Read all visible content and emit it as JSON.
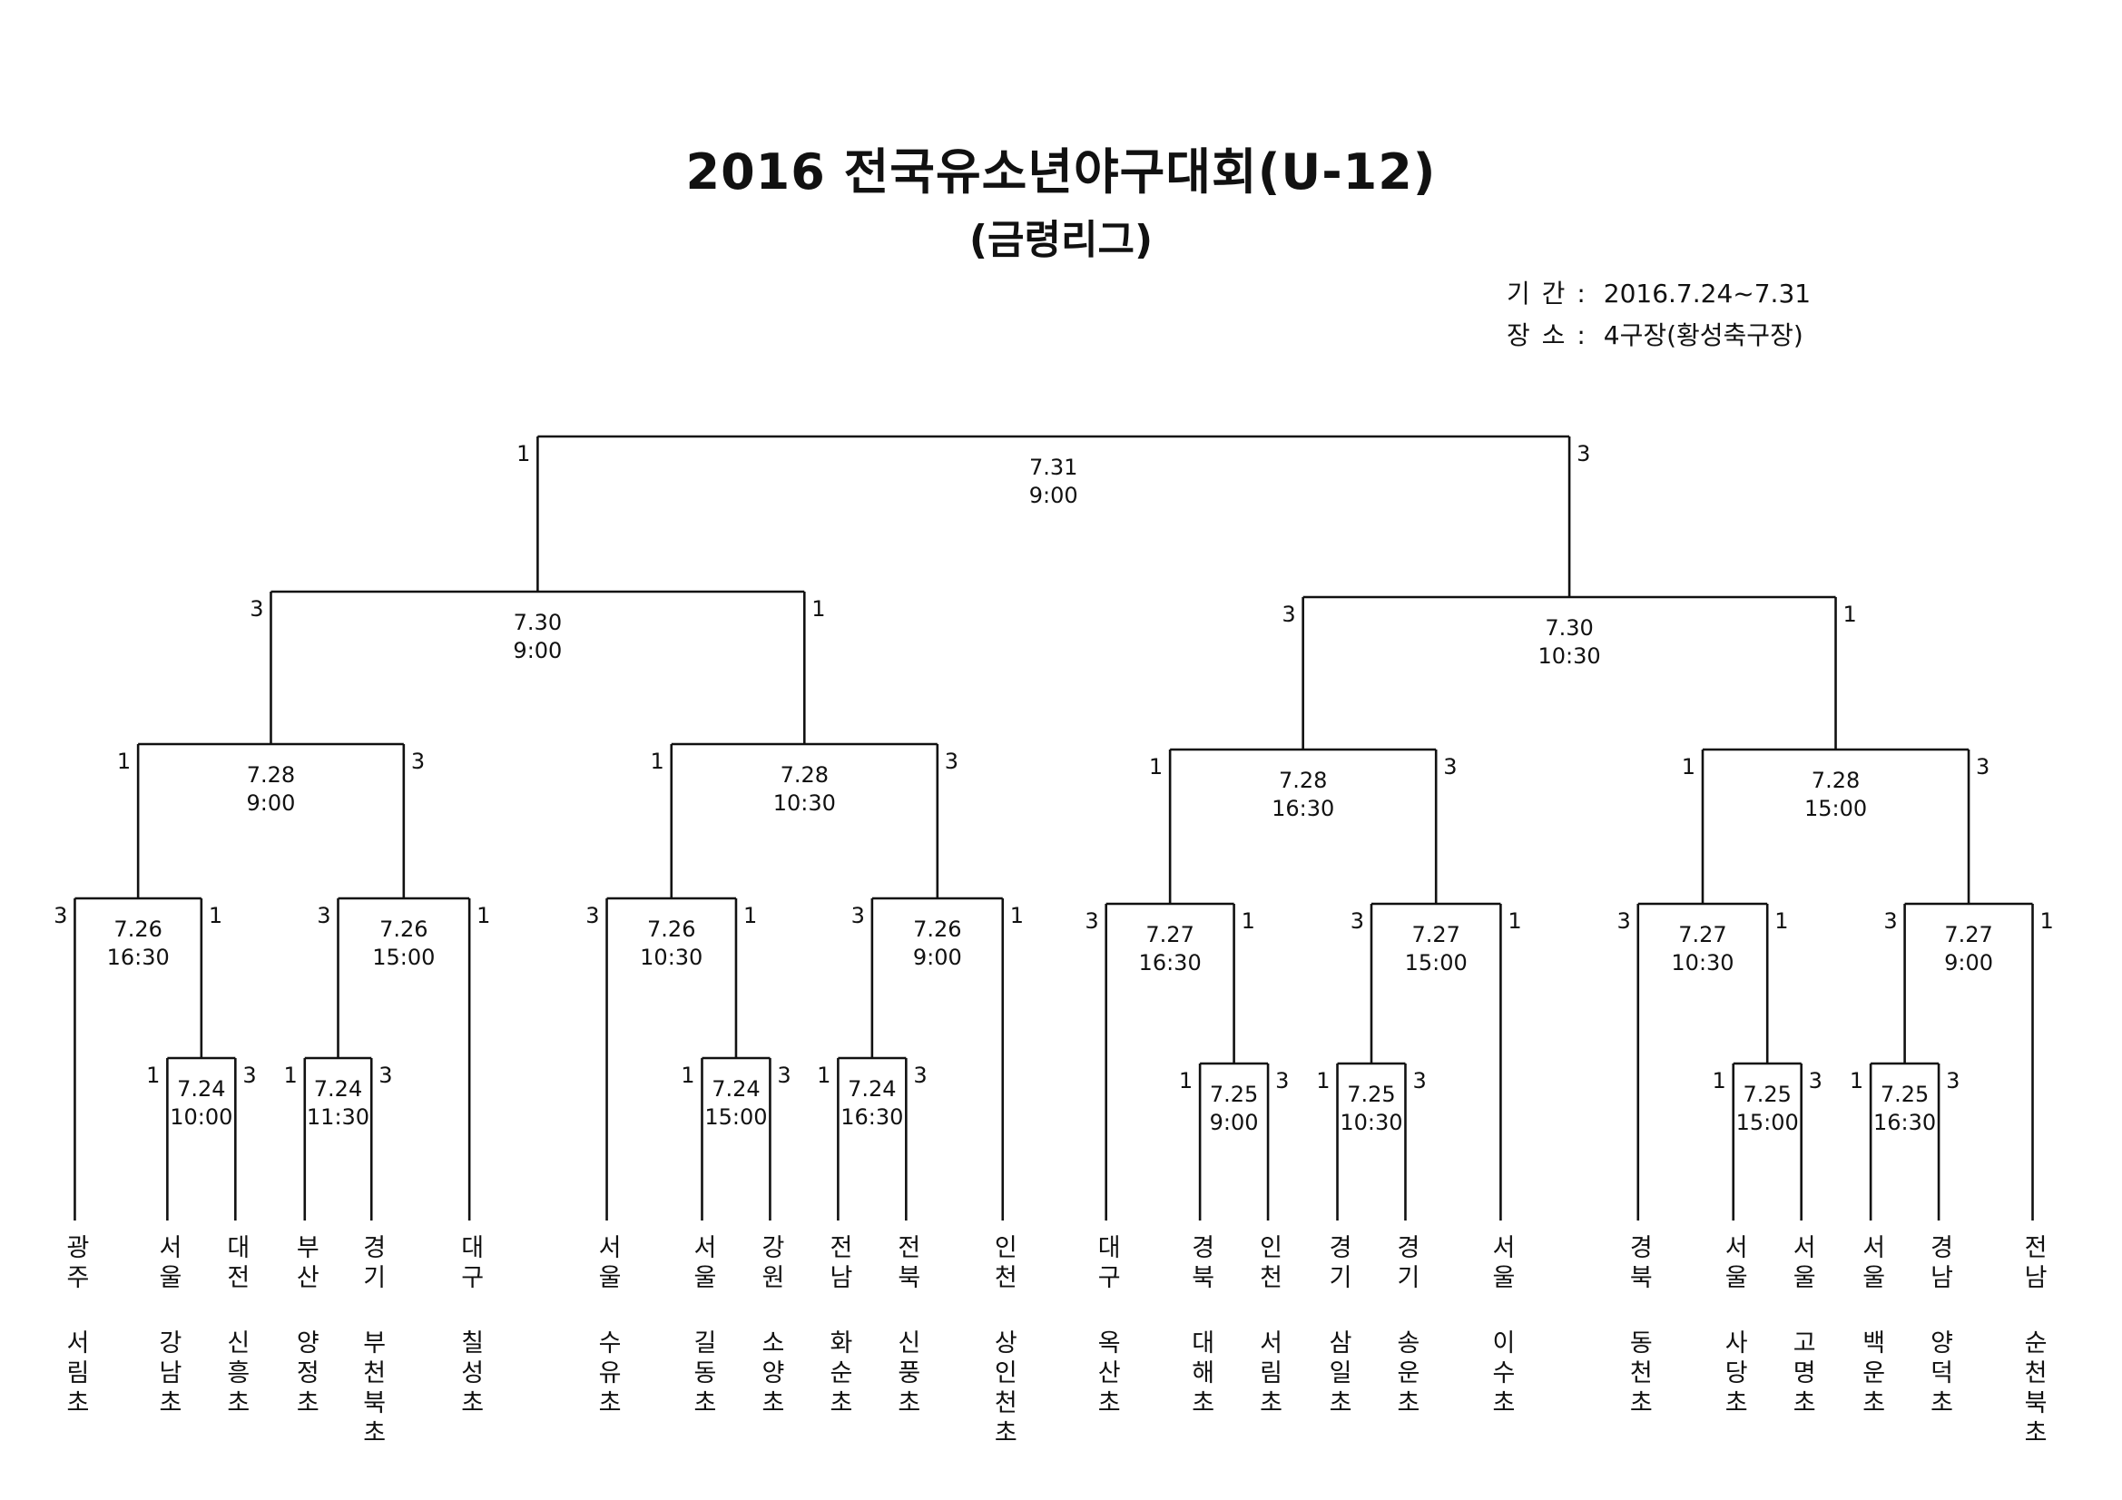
{
  "header": {
    "title": "2016 전국유소년야구대회(U-12)",
    "subtitle": "(금령리그)",
    "period_label": "기 간 :",
    "period_value": "2016.7.24~7.31",
    "venue_label": "장 소 :",
    "venue_value": "4구장(황성축구장)"
  },
  "teams": [
    {
      "region": "광주",
      "school": "서림초"
    },
    {
      "region": "서울",
      "school": "강남초"
    },
    {
      "region": "대전",
      "school": "신흥초"
    },
    {
      "region": "부산",
      "school": "양정초"
    },
    {
      "region": "경기",
      "school": "부천북초"
    },
    {
      "region": "대구",
      "school": "칠성초"
    },
    {
      "region": "서울",
      "school": "수유초"
    },
    {
      "region": "서울",
      "school": "길동초"
    },
    {
      "region": "강원",
      "school": "소양초"
    },
    {
      "region": "전남",
      "school": "화순초"
    },
    {
      "region": "전북",
      "school": "신풍초"
    },
    {
      "region": "인천",
      "school": "상인천초"
    },
    {
      "region": "대구",
      "school": "옥산초"
    },
    {
      "region": "경북",
      "school": "대해초"
    },
    {
      "region": "인천",
      "school": "서림초"
    },
    {
      "region": "경기",
      "school": "삼일초"
    },
    {
      "region": "경기",
      "school": "송운초"
    },
    {
      "region": "서울",
      "school": "이수초"
    },
    {
      "region": "경북",
      "school": "동천초"
    },
    {
      "region": "서울",
      "school": "사당초"
    },
    {
      "region": "서울",
      "school": "고명초"
    },
    {
      "region": "서울",
      "school": "백운초"
    },
    {
      "region": "경남",
      "school": "양덕초"
    },
    {
      "region": "전남",
      "school": "순천북초"
    }
  ],
  "matches": [
    {
      "id": "m1",
      "round": 1,
      "left": "t1",
      "right": "t2",
      "date": "7.24",
      "time": "10:00",
      "score_left": "1",
      "score_right": "3"
    },
    {
      "id": "m2",
      "round": 2,
      "left": "t0",
      "right": "m1",
      "date": "7.26",
      "time": "16:30",
      "score_left": "3",
      "score_right": "1"
    },
    {
      "id": "m3",
      "round": 1,
      "left": "t3",
      "right": "t4",
      "date": "7.24",
      "time": "11:30",
      "score_left": "1",
      "score_right": "3"
    },
    {
      "id": "m4",
      "round": 2,
      "left": "m3",
      "right": "t5",
      "date": "7.26",
      "time": "15:00",
      "score_left": "3",
      "score_right": "1"
    },
    {
      "id": "m5",
      "round": 3,
      "left": "m2",
      "right": "m4",
      "date": "7.28",
      "time": "9:00",
      "score_left": "1",
      "score_right": "3"
    },
    {
      "id": "m6",
      "round": 1,
      "left": "t7",
      "right": "t8",
      "date": "7.24",
      "time": "15:00",
      "score_left": "1",
      "score_right": "3"
    },
    {
      "id": "m7",
      "round": 2,
      "left": "t6",
      "right": "m6",
      "date": "7.26",
      "time": "10:30",
      "score_left": "3",
      "score_right": "1"
    },
    {
      "id": "m8",
      "round": 1,
      "left": "t9",
      "right": "t10",
      "date": "7.24",
      "time": "16:30",
      "score_left": "1",
      "score_right": "3"
    },
    {
      "id": "m9",
      "round": 2,
      "left": "m8",
      "right": "t11",
      "date": "7.26",
      "time": "9:00",
      "score_left": "3",
      "score_right": "1"
    },
    {
      "id": "m10",
      "round": 3,
      "left": "m7",
      "right": "m9",
      "date": "7.28",
      "time": "10:30",
      "score_left": "1",
      "score_right": "3"
    },
    {
      "id": "m11",
      "round": 4,
      "left": "m5",
      "right": "m10",
      "date": "7.30",
      "time": "9:00",
      "score_left": "3",
      "score_right": "1"
    },
    {
      "id": "m12",
      "round": 1,
      "left": "t13",
      "right": "t14",
      "date": "7.25",
      "time": "9:00",
      "score_left": "1",
      "score_right": "3"
    },
    {
      "id": "m13",
      "round": 2,
      "left": "t12",
      "right": "m12",
      "date": "7.27",
      "time": "16:30",
      "score_left": "3",
      "score_right": "1"
    },
    {
      "id": "m14",
      "round": 1,
      "left": "t15",
      "right": "t16",
      "date": "7.25",
      "time": "10:30",
      "score_left": "1",
      "score_right": "3"
    },
    {
      "id": "m15",
      "round": 2,
      "left": "m14",
      "right": "t17",
      "date": "7.27",
      "time": "15:00",
      "score_left": "3",
      "score_right": "1"
    },
    {
      "id": "m16",
      "round": 3,
      "left": "m13",
      "right": "m15",
      "date": "7.28",
      "time": "16:30",
      "score_left": "1",
      "score_right": "3"
    },
    {
      "id": "m17",
      "round": 1,
      "left": "t19",
      "right": "t20",
      "date": "7.25",
      "time": "15:00",
      "score_left": "1",
      "score_right": "3"
    },
    {
      "id": "m18",
      "round": 2,
      "left": "t18",
      "right": "m17",
      "date": "7.27",
      "time": "10:30",
      "score_left": "3",
      "score_right": "1"
    },
    {
      "id": "m19",
      "round": 1,
      "left": "t21",
      "right": "t22",
      "date": "7.25",
      "time": "16:30",
      "score_left": "1",
      "score_right": "3"
    },
    {
      "id": "m20",
      "round": 2,
      "left": "m19",
      "right": "t23",
      "date": "7.27",
      "time": "9:00",
      "score_left": "3",
      "score_right": "1"
    },
    {
      "id": "m21",
      "round": 3,
      "left": "m18",
      "right": "m20",
      "date": "7.28",
      "time": "15:00",
      "score_left": "1",
      "score_right": "3"
    },
    {
      "id": "m22",
      "round": 4,
      "left": "m16",
      "right": "m21",
      "date": "7.30",
      "time": "10:30",
      "score_left": "3",
      "score_right": "1"
    },
    {
      "id": "m23",
      "round": 5,
      "left": "m11",
      "right": "m22",
      "date": "7.31",
      "time": "9:00",
      "score_left": "1",
      "score_right": "3"
    }
  ]
}
